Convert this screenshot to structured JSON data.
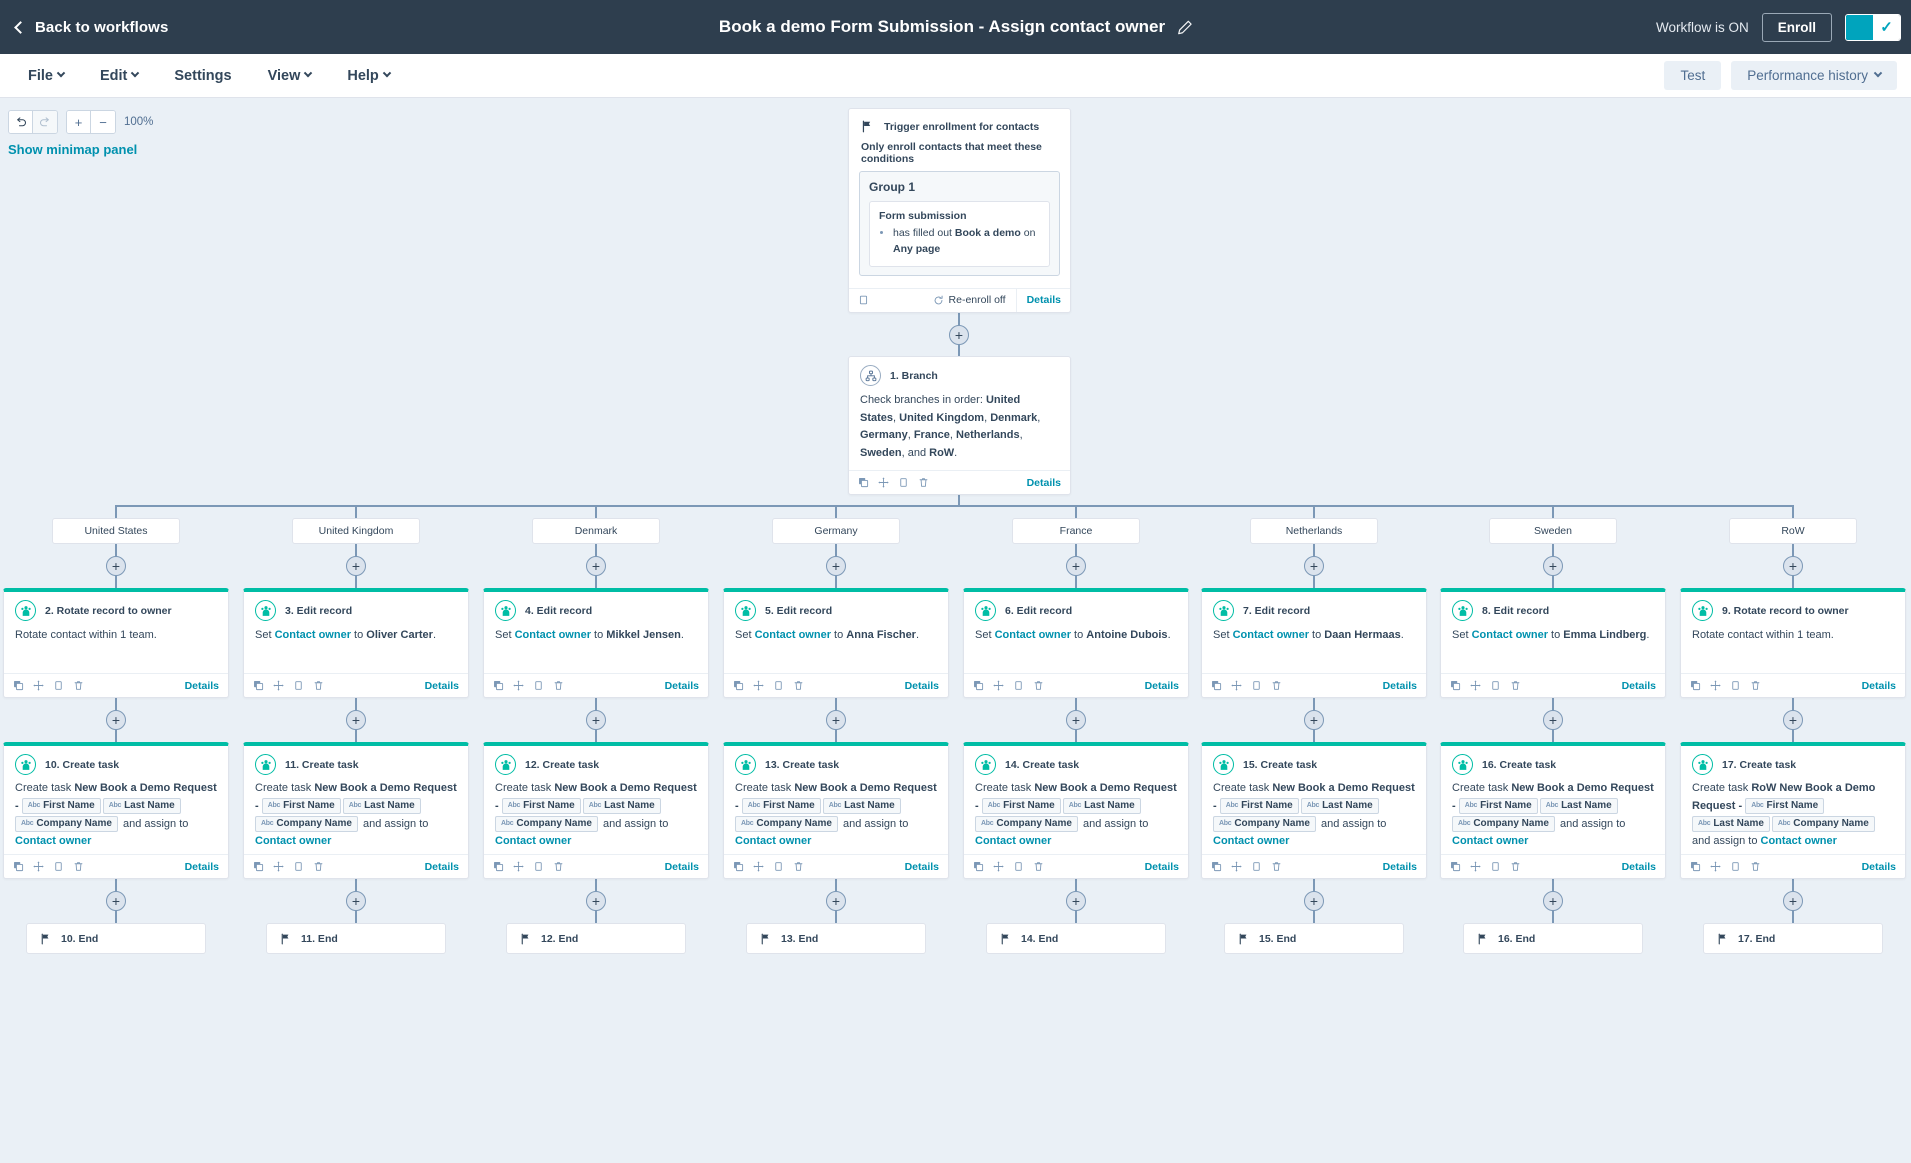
{
  "topbar": {
    "back_label": "Back to workflows",
    "title": "Book a demo Form Submission - Assign contact owner",
    "edit_icon": "pencil-icon",
    "status_label": "Workflow is ON",
    "enroll_label": "Enroll",
    "toggle_state": "on",
    "toggle_check": "✓"
  },
  "menubar": {
    "items": [
      {
        "label": "File",
        "caret": true
      },
      {
        "label": "Edit",
        "caret": true
      },
      {
        "label": "Settings",
        "caret": false
      },
      {
        "label": "View",
        "caret": true
      },
      {
        "label": "Help",
        "caret": true
      }
    ],
    "test_label": "Test",
    "performance_label": "Performance history"
  },
  "zoom_controls": {
    "undo_icon": "undo-icon",
    "redo_icon": "redo-icon",
    "zoom_in": "+",
    "zoom_out": "−",
    "zoom_level": "100%",
    "minimap_label": "Show minimap panel"
  },
  "trigger": {
    "icon": "flag-icon",
    "title": "Trigger enrollment for contacts",
    "subtitle": "Only enroll contacts that meet these conditions",
    "group_title": "Group 1",
    "condition_title": "Form submission",
    "condition_prefix": "has filled out ",
    "condition_form": "Book a demo",
    "condition_mid": " on ",
    "condition_page": "Any page",
    "reenroll_label": "Re-enroll off",
    "details_label": "Details"
  },
  "branch_node": {
    "icon": "branch-icon",
    "title": "1. Branch",
    "body_prefix": "Check branches in order: ",
    "branches": [
      "United States",
      "United Kingdom",
      "Denmark",
      "Germany",
      "France",
      "Netherlands",
      "Sweden",
      "RoW"
    ],
    "body_suffix": ".",
    "and_word": "and ",
    "details_label": "Details"
  },
  "branch_labels": [
    "United States",
    "United Kingdom",
    "Denmark",
    "Germany",
    "France",
    "Netherlands",
    "Sweden",
    "RoW"
  ],
  "action_row": [
    {
      "title": "2. Rotate record to owner",
      "type": "rotate",
      "text": "Rotate contact within 1 team.",
      "details_label": "Details"
    },
    {
      "title": "3. Edit record",
      "type": "edit",
      "prefix": "Set ",
      "property": "Contact owner",
      "mid": " to ",
      "value": "Oliver Carter",
      "suffix": ".",
      "details_label": "Details"
    },
    {
      "title": "4. Edit record",
      "type": "edit",
      "prefix": "Set ",
      "property": "Contact owner",
      "mid": " to ",
      "value": "Mikkel Jensen",
      "suffix": ".",
      "details_label": "Details"
    },
    {
      "title": "5. Edit record",
      "type": "edit",
      "prefix": "Set ",
      "property": "Contact owner",
      "mid": " to ",
      "value": "Anna Fischer",
      "suffix": ".",
      "details_label": "Details"
    },
    {
      "title": "6. Edit record",
      "type": "edit",
      "prefix": "Set ",
      "property": "Contact owner",
      "mid": " to ",
      "value": "Antoine Dubois",
      "suffix": ".",
      "details_label": "Details"
    },
    {
      "title": "7. Edit record",
      "type": "edit",
      "prefix": "Set ",
      "property": "Contact owner",
      "mid": " to ",
      "value": "Daan Hermaas",
      "suffix": ".",
      "details_label": "Details"
    },
    {
      "title": "8. Edit record",
      "type": "edit",
      "prefix": "Set ",
      "property": "Contact owner",
      "mid": " to ",
      "value": "Emma Lindberg",
      "suffix": ".",
      "details_label": "Details"
    },
    {
      "title": "9. Rotate record to owner",
      "type": "rotate",
      "text": "Rotate contact within 1 team.",
      "details_label": "Details"
    }
  ],
  "task_row": [
    {
      "title": "10. Create task",
      "prefix": "Create task ",
      "task_name": "New Book a Demo Request -",
      "tokens": [
        "First Name",
        "Last Name",
        "Company Name"
      ],
      "mid": " and assign to ",
      "assignee": "Contact owner",
      "details_label": "Details"
    },
    {
      "title": "11. Create task",
      "prefix": "Create task ",
      "task_name": "New Book a Demo Request -",
      "tokens": [
        "First Name",
        "Last Name",
        "Company Name"
      ],
      "mid": " and assign to ",
      "assignee": "Contact owner",
      "details_label": "Details"
    },
    {
      "title": "12. Create task",
      "prefix": "Create task ",
      "task_name": "New Book a Demo Request -",
      "tokens": [
        "First Name",
        "Last Name",
        "Company Name"
      ],
      "mid": " and assign to ",
      "assignee": "Contact owner",
      "details_label": "Details"
    },
    {
      "title": "13. Create task",
      "prefix": "Create task ",
      "task_name": "New Book a Demo Request -",
      "tokens": [
        "First Name",
        "Last Name",
        "Company Name"
      ],
      "mid": " and assign to ",
      "assignee": "Contact owner",
      "details_label": "Details"
    },
    {
      "title": "14. Create task",
      "prefix": "Create task ",
      "task_name": "New Book a Demo Request -",
      "tokens": [
        "First Name",
        "Last Name",
        "Company Name"
      ],
      "mid": " and assign to ",
      "assignee": "Contact owner",
      "details_label": "Details"
    },
    {
      "title": "15. Create task",
      "prefix": "Create task ",
      "task_name": "New Book a Demo Request -",
      "tokens": [
        "First Name",
        "Last Name",
        "Company Name"
      ],
      "mid": " and assign to ",
      "assignee": "Contact owner",
      "details_label": "Details"
    },
    {
      "title": "16. Create task",
      "prefix": "Create task ",
      "task_name": "New Book a Demo Request -",
      "tokens": [
        "First Name",
        "Last Name",
        "Company Name"
      ],
      "mid": " and assign to ",
      "assignee": "Contact owner",
      "details_label": "Details"
    },
    {
      "title": "17. Create task",
      "prefix": "Create task ",
      "task_name": "RoW New Book a Demo Request -",
      "tokens": [
        "First Name",
        "Last Name",
        "Company Name"
      ],
      "mid": " and assign to ",
      "assignee": "Contact owner",
      "details_label": "Details"
    }
  ],
  "end_row": [
    {
      "label": "10. End"
    },
    {
      "label": "11. End"
    },
    {
      "label": "12. End"
    },
    {
      "label": "13. End"
    },
    {
      "label": "14. End"
    },
    {
      "label": "15. End"
    },
    {
      "label": "16. End"
    },
    {
      "label": "17. End"
    }
  ],
  "colors": {
    "topbar_bg": "#2e3e4e",
    "canvas_bg": "#eaf0f6",
    "accent_teal": "#00bda5",
    "link_teal": "#0091ae",
    "toggle_on": "#00a4bd",
    "connector": "#7c98b6",
    "text": "#33475b"
  }
}
